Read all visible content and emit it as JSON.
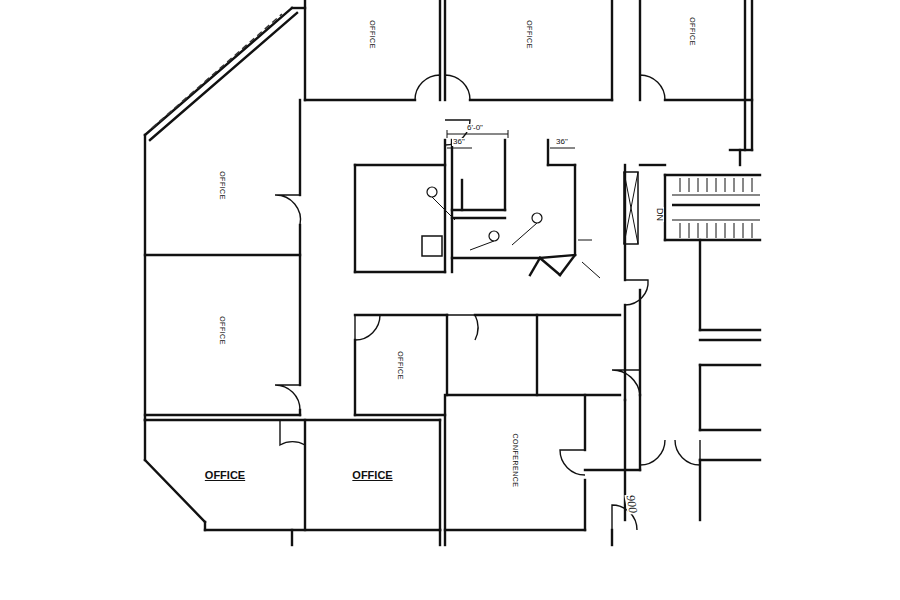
{
  "diagram": {
    "nodes": [
      {
        "text": [
          "OFFICE"
        ]
      },
      {
        "text": [
          "OFFICE"
        ]
      },
      {
        "text": [
          "OFFICE"
        ]
      },
      {
        "text": [
          "OFFICE"
        ]
      },
      {
        "text": [
          "OFFICE"
        ]
      },
      {
        "text": [
          "OFFICE"
        ]
      },
      {
        "text": [
          "CONFERENCE"
        ]
      },
      {
        "text": [
          "OFFICE"
        ]
      },
      {
        "text": [
          "OFFICE"
        ]
      }
    ],
    "labels": [
      "6'-0\"",
      "36\"",
      "36\"",
      "DN",
      "900"
    ]
  }
}
